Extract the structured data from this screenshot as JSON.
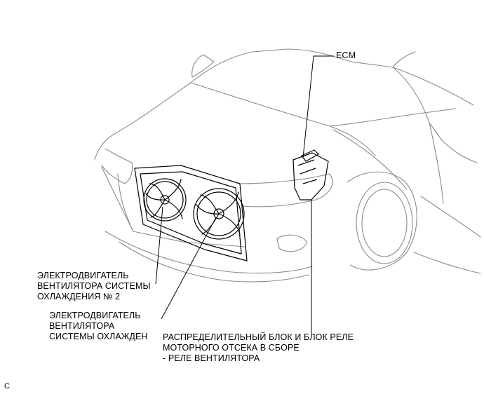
{
  "figure": {
    "labels": {
      "ecm": "ECM",
      "fan_motor_2": [
        "ЭЛЕКТРОДВИГАТЕЛЬ",
        "ВЕНТИЛЯТОРА СИСТЕМЫ",
        "ОХЛАЖДЕНИЯ № 2"
      ],
      "fan_motor": [
        "ЭЛЕКТРОДВИГАТЕЛЬ",
        "ВЕНТИЛЯТОРА",
        "СИСТЕМЫ ОХЛАЖДЕН"
      ],
      "relay_block": [
        "РАСПРЕДЕЛИТЕЛЬНЫЙ БЛОК И БЛОК РЕЛЕ",
        "МОТОРНОГО ОТСЕКА В СБОРЕ",
        "- РЕЛЕ ВЕНТИЛЯТОРА"
      ]
    },
    "figure_code": "C"
  }
}
